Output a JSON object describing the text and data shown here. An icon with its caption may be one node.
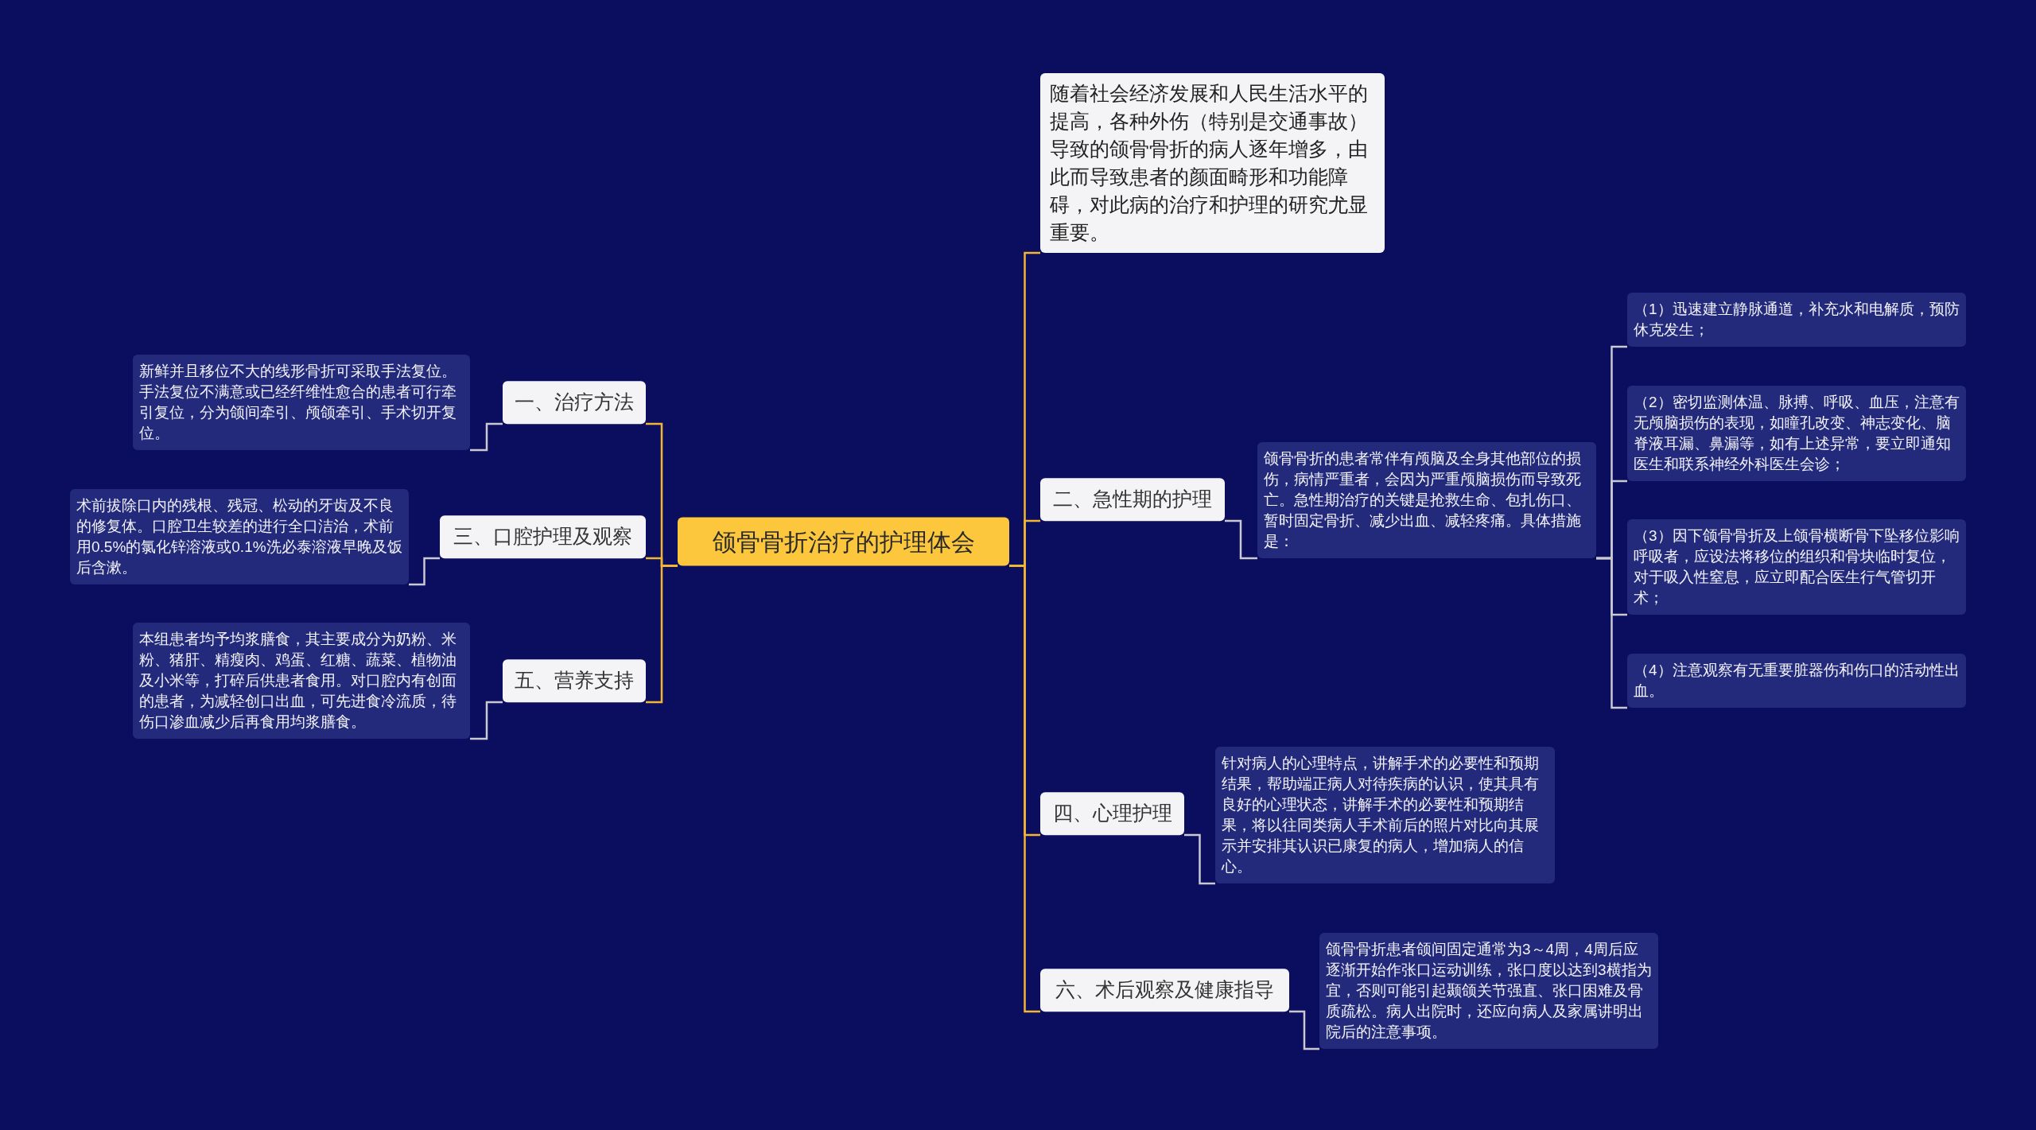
{
  "diagram": {
    "nodes": [
      {
        "text": [
          "颌骨骨折治疗的护理体会"
        ]
      },
      {
        "text": [
          "一、治疗方法"
        ]
      },
      {
        "text": [
          "新鲜并且移位不大的线形骨折可采取手法复位。手法复位不满意或已经纤维性愈合的患者可行牵引复位，分为颌间牵引、颅颌牵引、手术切开复位。"
        ]
      },
      {
        "text": [
          "三、口腔护理及观察"
        ]
      },
      {
        "text": [
          "术前拔除口内的残根、残冠、松动的牙齿及不良的修复体。口腔卫生较差的进行全口洁治，术前用0.5%的氯化锌溶液或0.1%洗必泰溶液早晚及饭后含漱。"
        ]
      },
      {
        "text": [
          "五、营养支持"
        ]
      },
      {
        "text": [
          "本组患者均予均浆膳食，其主要成分为奶粉、米粉、猪肝、精瘦肉、鸡蛋、红糖、蔬菜、植物油及小米等，打碎后供患者食用。对口腔内有创面的患者，为减轻创口出血，可先进食冷流质，待伤口渗血减少后再食用均浆膳食。"
        ]
      },
      {
        "text": [
          "随着社会经济发展和人民生活水平的提高，各种外伤（特别是交通事故）导致的颌骨骨折的病人逐年增多，由此而导致患者的颜面畸形和功能障碍，对此病的治疗和护理的研究尤显重要。"
        ]
      },
      {
        "text": [
          "二、急性期的护理"
        ]
      },
      {
        "text": [
          "颌骨骨折的患者常伴有颅脑及全身其他部位的损伤，病情严重者，会因为严重颅脑损伤而导致死亡。急性期治疗的关键是抢救生命、包扎伤口、暂时固定骨折、减少出血、减轻疼痛。具体措施是："
        ]
      },
      {
        "text": [
          "（1）迅速建立静脉通道，补充水和电解质，预防休克发生；"
        ]
      },
      {
        "text": [
          "（2）密切监测体温、脉搏、呼吸、血压，注意有无颅脑损伤的表现，如瞳孔改变、神志变化、脑脊液耳漏、鼻漏等，如有上述异常，要立即通知医生和联系神经外科医生会诊；"
        ]
      },
      {
        "text": [
          "（3）因下颌骨骨折及上颌骨横断骨下坠移位影响呼吸者，应设法将移位的组织和骨块临时复位，对于吸入性窒息，应立即配合医生行气管切开术；"
        ]
      },
      {
        "text": [
          "（4）注意观察有无重要脏器伤和伤口的活动性出血。"
        ]
      },
      {
        "text": [
          "四、心理护理"
        ]
      },
      {
        "text": [
          "针对病人的心理特点，讲解手术的必要性和预期结果，帮助端正病人对待疾病的认识，使其具有良好的心理状态，讲解手术的必要性和预期结果，将以往同类病人手术前后的照片对比向其展示并安排其认识已康复的病人，增加病人的信心。"
        ]
      },
      {
        "text": [
          "六、术后观察及健康指导"
        ]
      },
      {
        "text": [
          "颌骨骨折患者颌间固定通常为3～4周，4周后应逐渐开始作张口运动训练，张口度以达到3横指为宜，否则可能引起颞颌关节强直、张口困难及骨质疏松。病人出院时，还应向病人及家属讲明出院后的注意事项。"
        ]
      }
    ],
    "edges": [
      {
        "from": 0,
        "to": 1,
        "arrow": "none",
        "color": "#f2b632"
      },
      {
        "from": 1,
        "to": 2,
        "arrow": "none"
      },
      {
        "from": 0,
        "to": 3,
        "arrow": "none",
        "color": "#f2b632"
      },
      {
        "from": 3,
        "to": 4,
        "arrow": "none"
      },
      {
        "from": 0,
        "to": 5,
        "arrow": "none",
        "color": "#f2b632"
      },
      {
        "from": 5,
        "to": 6,
        "arrow": "none"
      },
      {
        "from": 0,
        "to": 7,
        "arrow": "none",
        "color": "#f2b632"
      },
      {
        "from": 0,
        "to": 8,
        "arrow": "none",
        "color": "#f2b632"
      },
      {
        "from": 8,
        "to": 9,
        "arrow": "none"
      },
      {
        "from": 9,
        "to": 10,
        "arrow": "none"
      },
      {
        "from": 9,
        "to": 11,
        "arrow": "none"
      },
      {
        "from": 9,
        "to": 12,
        "arrow": "none"
      },
      {
        "from": 9,
        "to": 13,
        "arrow": "none"
      },
      {
        "from": 0,
        "to": 14,
        "arrow": "none",
        "color": "#f2b632"
      },
      {
        "from": 14,
        "to": 15,
        "arrow": "none"
      },
      {
        "from": 0,
        "to": 16,
        "arrow": "none",
        "color": "#f2b632"
      },
      {
        "from": 16,
        "to": 17,
        "arrow": "none"
      }
    ]
  }
}
